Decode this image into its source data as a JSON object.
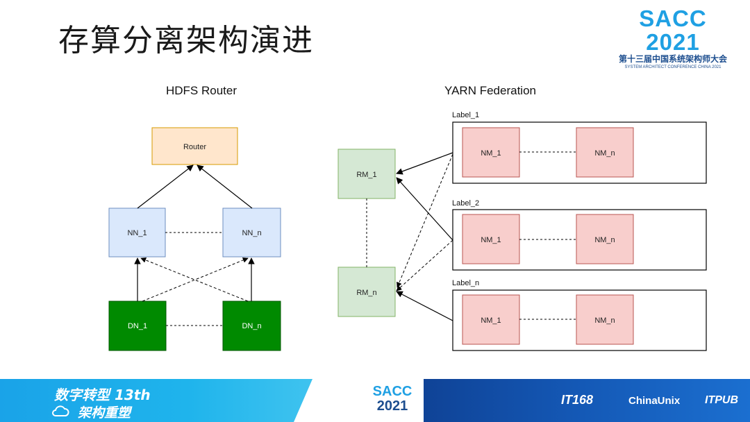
{
  "slide": {
    "title": "存算分离架构演进"
  },
  "logo": {
    "main": "SACC 2021",
    "sub": "第十三届中国系统架构师大会",
    "en": "SYSTEM ARCHITECT CONFERENCE CHINA 2021"
  },
  "hdfs": {
    "title": "HDFS Router",
    "router": "Router",
    "nn1": "NN_1",
    "nnn": "NN_n",
    "dn1": "DN_1",
    "dnn": "DN_n"
  },
  "yarn": {
    "title": "YARN Federation",
    "rm1": "RM_1",
    "rmn": "RM_n",
    "groups": [
      {
        "label": "Label_1",
        "nm1": "NM_1",
        "nmn": "NM_n"
      },
      {
        "label": "Label_2",
        "nm1": "NM_1",
        "nmn": "NM_n"
      },
      {
        "label": "Label_n",
        "nm1": "NM_1",
        "nmn": "NM_n"
      }
    ]
  },
  "footer": {
    "slogan_line1": "数字转型 13th",
    "slogan_line2": "架构重塑",
    "center_top": "SACC",
    "center_bottom": "2021",
    "sponsor1": "IT168",
    "sponsor2": "ChinaUnix",
    "sponsor3": "ITPUB"
  },
  "colors": {
    "router_fill": "#ffe6cc",
    "router_stroke": "#d79b00",
    "nn_fill": "#dae8fc",
    "nn_stroke": "#6c8ebf",
    "dn_fill": "#008a00",
    "dn_stroke": "#005700",
    "rm_fill": "#d5e8d4",
    "rm_stroke": "#82b366",
    "nm_fill": "#f8cecc",
    "nm_stroke": "#b85450"
  }
}
